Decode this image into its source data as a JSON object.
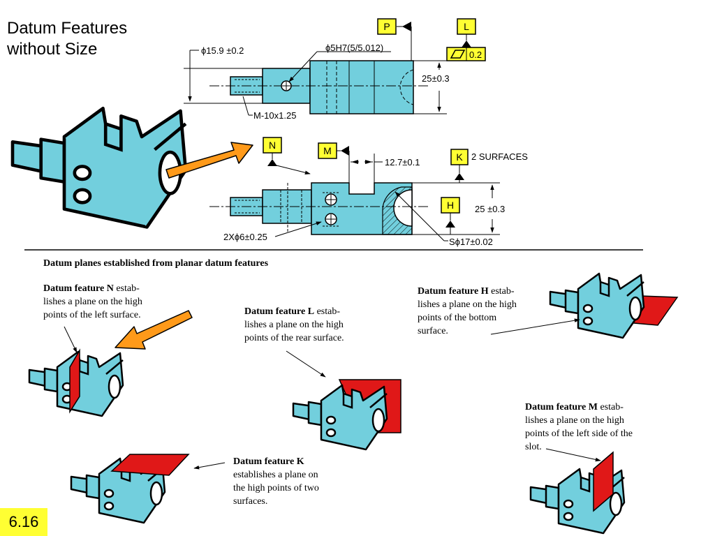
{
  "title": {
    "line1": "Datum Features",
    "line2": "without Size"
  },
  "slide_number": "6.16",
  "section_heading": "Datum planes established from planar datum features",
  "datum_labels": {
    "P": "P",
    "L": "L",
    "N": "N",
    "M": "M",
    "K": "K",
    "H": "H"
  },
  "top_view": {
    "dim_diameter": "ϕ15.9 ±0.2",
    "dim_hole": "ϕ5H7(5/5.012)",
    "dim_height": "25±0.3",
    "dim_thread": "M-10x1.25",
    "flatness_value": "0.2",
    "flatness_icon": "parallelogram-icon"
  },
  "front_view": {
    "dim_slot": "12.7±0.1",
    "surfaces_note": "2 SURFACES",
    "dim_height": "25 ±0.3",
    "dim_holes": "2Xϕ6±0.25",
    "dim_sphere": "Sϕ17±0.02"
  },
  "captions": {
    "N": {
      "label": "Datum feature N",
      "l1": " estab-",
      "l2": "lishes a plane on the high",
      "l3": "points of the left surface."
    },
    "L": {
      "label": "Datum feature L",
      "l1": " estab-",
      "l2": "lishes a plane on the high",
      "l3": "points of the rear surface."
    },
    "H": {
      "label": "Datum feature H",
      "l1": " estab-",
      "l2": "lishes a plane on the high",
      "l3": "points of the bottom",
      "l4": "surface."
    },
    "M": {
      "label": "Datum feature M",
      "l1": " estab-",
      "l2": "lishes a plane on the high",
      "l3": "points of the left side of the",
      "l4": "slot."
    },
    "K": {
      "label": "Datum feature K",
      "l1": "establishes a plane on",
      "l2": "the high points of two",
      "l3": "surfaces."
    }
  },
  "colors": {
    "part": "#72cfdd",
    "datum_box": "#ffff33",
    "arrow": "#ff9a1a",
    "plane": "#e01818"
  }
}
